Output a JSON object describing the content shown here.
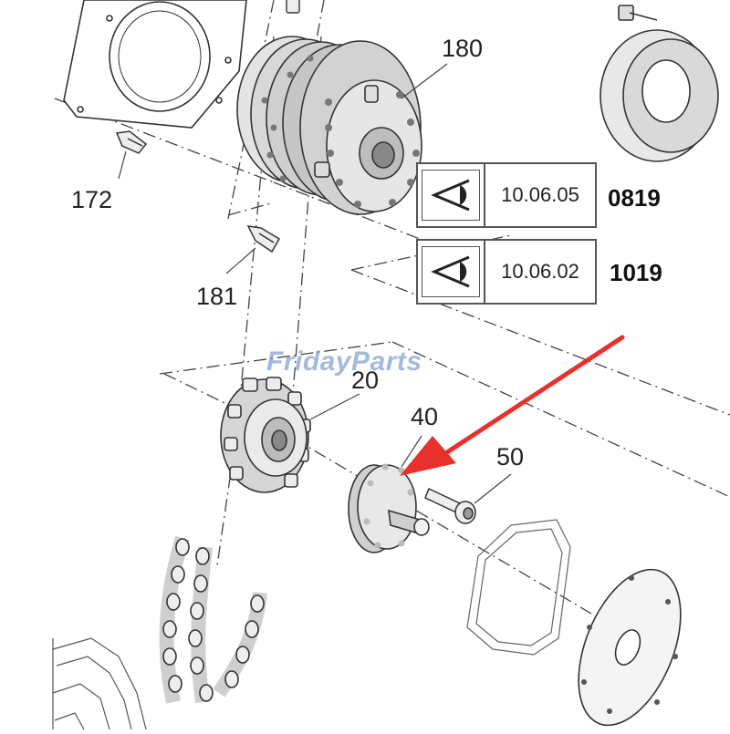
{
  "callouts": {
    "c180": "180",
    "c172": "172",
    "c181": "181",
    "c20": "20",
    "c40": "40",
    "c50": "50"
  },
  "references": [
    {
      "code": "10.06.05",
      "page": "0819",
      "icon": "eye-view-icon"
    },
    {
      "code": "10.06.02",
      "page": "1019",
      "icon": "eye-view-icon"
    }
  ],
  "watermark": "FridayParts",
  "colors": {
    "line": "#333333",
    "arrow": "#e8302c",
    "watermark": "#5a82be"
  }
}
